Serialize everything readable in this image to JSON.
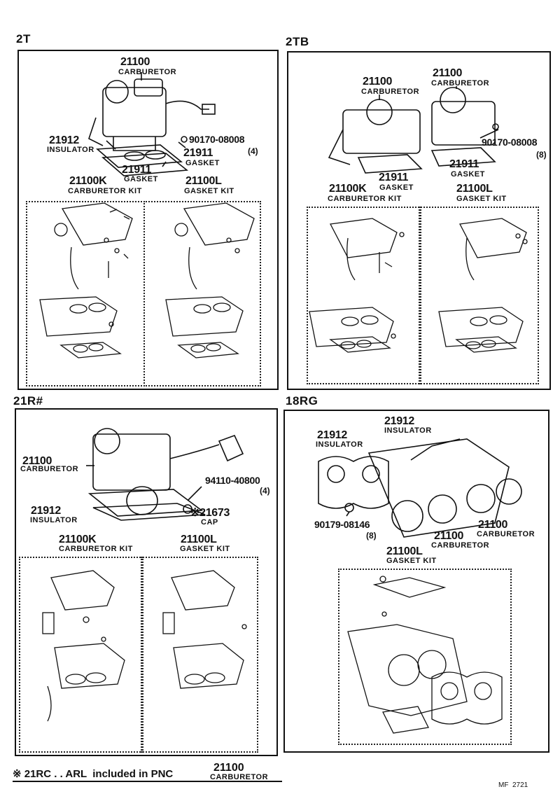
{
  "colors": {
    "ink": "#111111",
    "paper": "#ffffff"
  },
  "panels": {
    "p2T": {
      "label": "2T",
      "carb_pn": "21100",
      "carb_name": "CARBURETOR",
      "ins_pn": "21912",
      "ins_name": "INSULATOR",
      "bolt_pn": "90170-08008",
      "bolt_qty": "(4)",
      "g1_pn": "21911",
      "g1_name": "GASKET",
      "g2_pn": "21911",
      "g2_name": "GASKET",
      "kitk_pn": "21100K",
      "kitk_name": "CARBURETOR KIT",
      "kitl_pn": "21100L",
      "kitl_name": "GASKET KIT"
    },
    "p2TB": {
      "label": "2TB",
      "c1_pn": "21100",
      "c1_name": "CARBURETOR",
      "c2_pn": "21100",
      "c2_name": "CARBURETOR",
      "bolt_pn": "90170-08008",
      "bolt_qty": "(8)",
      "g1_pn": "21911",
      "g1_name": "GASKET",
      "g2_pn": "21911",
      "g2_name": "GASKET",
      "kitk_pn": "21100K",
      "kitk_name": "CARBURETOR KIT",
      "kitl_pn": "21100L",
      "kitl_name": "GASKET KIT"
    },
    "p21R": {
      "label": "21R#",
      "carb_pn": "21100",
      "carb_name": "CARBURETOR",
      "nut_pn": "94110-40800",
      "nut_qty": "(4)",
      "ins_pn": "21912",
      "ins_name": "INSULATOR",
      "cap_pn": "※21673",
      "cap_name": "CAP",
      "kitk_pn": "21100K",
      "kitk_name": "CARBURETOR KIT",
      "kitl_pn": "21100L",
      "kitl_name": "GASKET KIT"
    },
    "p18RG": {
      "label": "18RG",
      "ins1_pn": "21912",
      "ins1_name": "INSULATOR",
      "ins2_pn": "21912",
      "ins2_name": "INSULATOR",
      "bolt_pn": "90179-08146",
      "bolt_qty": "(8)",
      "c1_pn": "21100",
      "c1_name": "CARBURETOR",
      "c2_pn": "21100",
      "c2_name": "CARBURETOR",
      "kitl_pn": "21100L",
      "kitl_name": "GASKET KIT"
    }
  },
  "footer": {
    "note": "※ 21RC . . ARL  included in PNC",
    "pnc_pn": "21100",
    "pnc_name": "CARBURETOR",
    "code": "MF  2721"
  }
}
